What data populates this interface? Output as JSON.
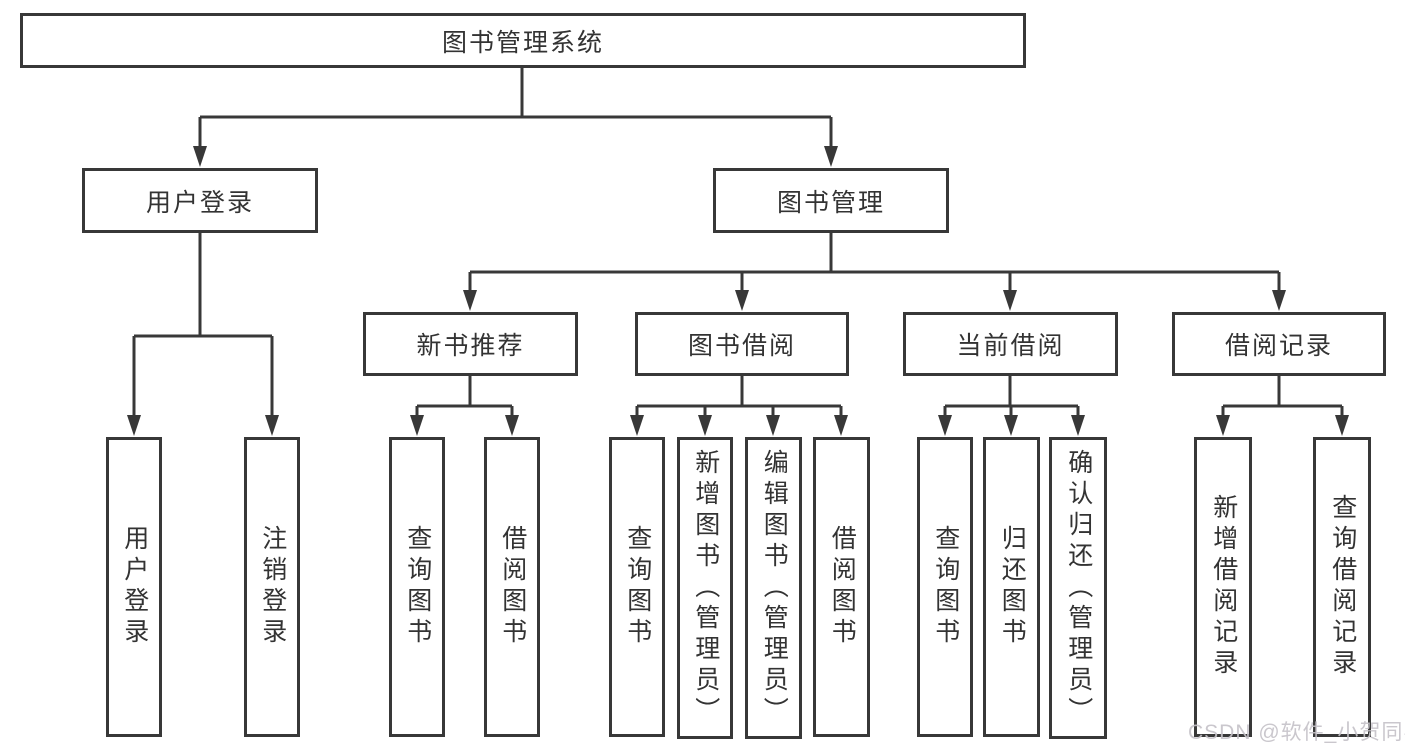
{
  "tree": {
    "root": {
      "label": "图书管理系统"
    },
    "children": [
      {
        "label": "用户登录",
        "children": [
          {
            "label": "用户登录"
          },
          {
            "label": "注销登录"
          }
        ]
      },
      {
        "label": "图书管理",
        "children": [
          {
            "label": "新书推荐",
            "children": [
              {
                "label": "查询图书"
              },
              {
                "label": "借阅图书"
              }
            ]
          },
          {
            "label": "图书借阅",
            "children": [
              {
                "label": "查询图书"
              },
              {
                "label": "新增图书（管理员）"
              },
              {
                "label": "编辑图书（管理员）"
              },
              {
                "label": "借阅图书"
              }
            ]
          },
          {
            "label": "当前借阅",
            "children": [
              {
                "label": "查询图书"
              },
              {
                "label": "归还图书"
              },
              {
                "label": "确认归还（管理员）"
              }
            ]
          },
          {
            "label": "借阅记录",
            "children": [
              {
                "label": "新增借阅记录"
              },
              {
                "label": "查询借阅记录"
              }
            ]
          }
        ]
      }
    ]
  },
  "watermark": {
    "text": "CSDN @软件_小贺同学"
  },
  "colors": {
    "line": "#383838",
    "text": "#333333",
    "watermark": "#c5c2c8",
    "background": "#ffffff"
  }
}
